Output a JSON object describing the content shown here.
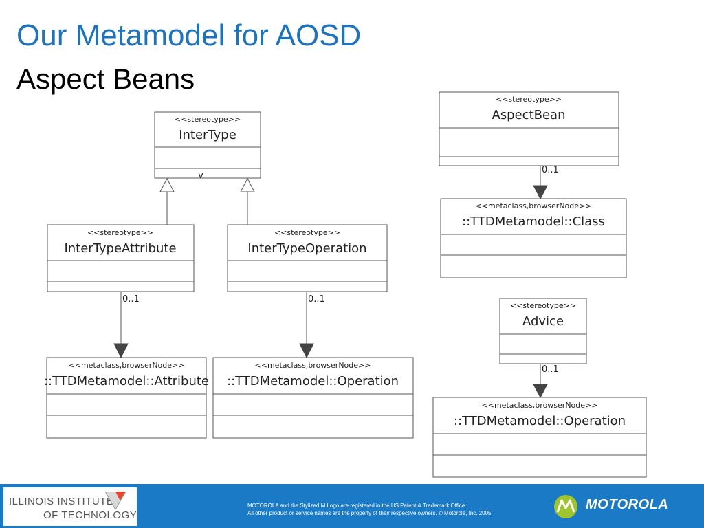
{
  "slide": {
    "title": "Our Metamodel for AOSD",
    "subtitle": "Aspect Beans"
  },
  "colors": {
    "title": "#1e73be",
    "footer_bar": "#1a7ac6",
    "motorola_badge": "#9ec42e",
    "box_border": "#555555"
  },
  "diagram": {
    "classes": {
      "intertype": {
        "stereotype": "<<stereotype>>",
        "name": "InterType"
      },
      "intertype_attribute": {
        "stereotype": "<<stereotype>>",
        "name": "InterTypeAttribute"
      },
      "intertype_operation": {
        "stereotype": "<<stereotype>>",
        "name": "InterTypeOperation"
      },
      "ttd_attribute": {
        "stereotype": "<<metaclass,browserNode>>",
        "name": "::TTDMetamodel::Attribute"
      },
      "ttd_operation_left": {
        "stereotype": "<<metaclass,browserNode>>",
        "name": "::TTDMetamodel::Operation"
      },
      "aspect_bean": {
        "stereotype": "<<stereotype>>",
        "name": "AspectBean"
      },
      "ttd_class": {
        "stereotype": "<<metaclass,browserNode>>",
        "name": "::TTDMetamodel::Class"
      },
      "advice": {
        "stereotype": "<<stereotype>>",
        "name": "Advice"
      },
      "ttd_operation_right": {
        "stereotype": "<<metaclass,browserNode>>",
        "name": "::TTDMetamodel::Operation"
      }
    },
    "intertype_marker": "v",
    "multiplicities": {
      "attribute": "0..1",
      "operation": "0..1",
      "aspect_bean": "0..1",
      "advice": "0..1"
    }
  },
  "footer": {
    "institute_line1": "ILLINOIS INSTITUTE",
    "institute_line2": "OF TECHNOLOGY",
    "legal_line1": "MOTOROLA and the Stylized M Logo are registered in the US Patent & Trademark Office.",
    "legal_line2": "All other product or service names are the property of their respective owners. © Motorola, Inc. 2005",
    "brand": "MOTOROLA"
  }
}
